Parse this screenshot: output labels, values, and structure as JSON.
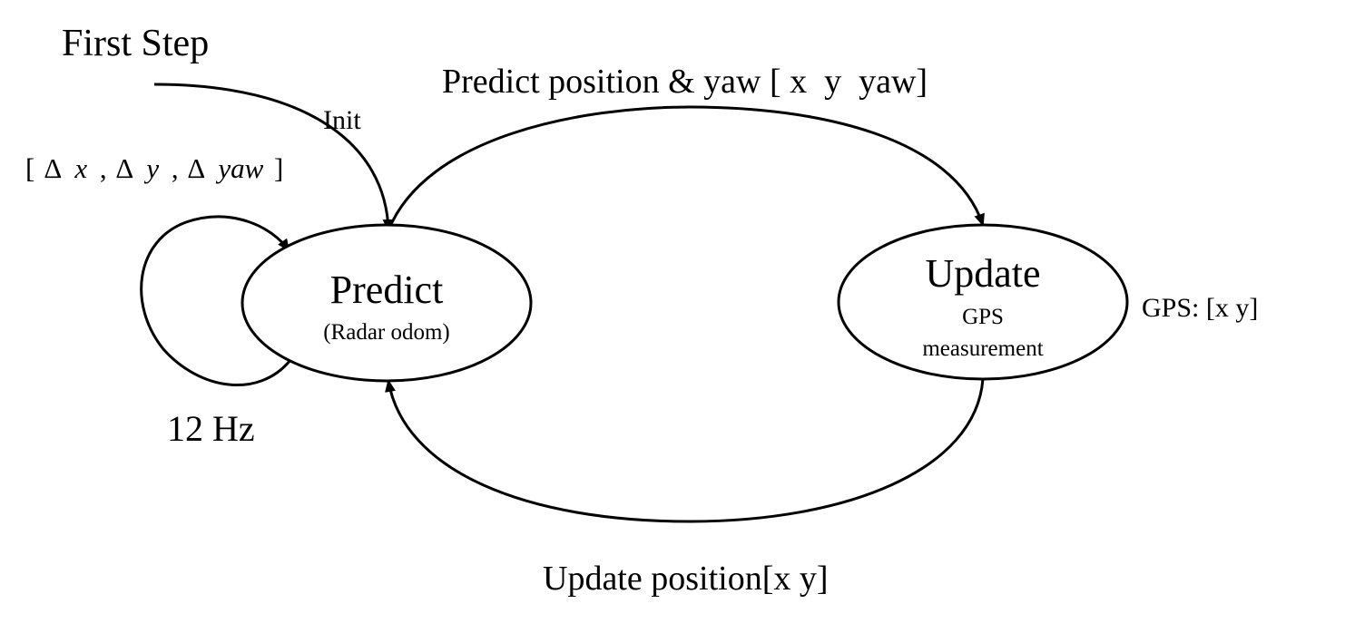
{
  "labels": {
    "first_step": "First Step",
    "init": "Init",
    "delta_open": "[",
    "delta_sym_1": "Δ",
    "delta_x": "x",
    "sep_1": ",",
    "delta_sym_2": "Δ",
    "delta_y": "y",
    "sep_2": ",",
    "delta_sym_3": "Δ",
    "delta_yaw": "yaw",
    "delta_close": "]",
    "rate": "12 Hz",
    "predict_arrow": "Predict position & yaw [ x  y  yaw]",
    "update_arrow": "Update position[x y]",
    "gps_input": "GPS: [x y]"
  },
  "nodes": {
    "predict": {
      "title": "Predict",
      "subtitle": "(Radar odom)"
    },
    "update": {
      "title": "Update",
      "subtitle_line1": "GPS",
      "subtitle_line2": "measurement"
    }
  },
  "colors": {
    "stroke": "#000000",
    "background": "#ffffff"
  }
}
